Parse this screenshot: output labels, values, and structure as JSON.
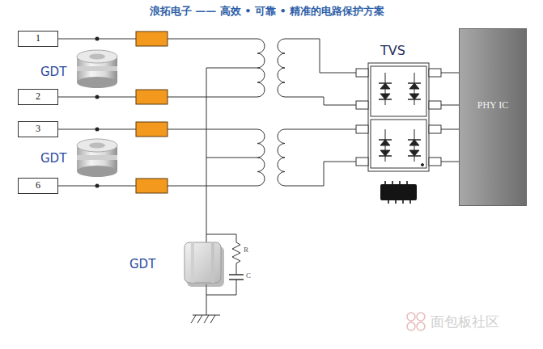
{
  "diagram": {
    "title": "浪拓电子 —— 高效 • 可靠 • 精准的电路保护方案",
    "nodes": [
      {
        "text": [
          "1"
        ]
      },
      {
        "text": [
          "2"
        ]
      },
      {
        "text": [
          "3"
        ]
      },
      {
        "text": [
          "6"
        ]
      },
      {
        "text": [
          "PHY IC"
        ]
      }
    ],
    "labels": [
      "GDT",
      "GDT",
      "TVS",
      "GDT",
      "R",
      "C",
      "面包板社区"
    ]
  }
}
